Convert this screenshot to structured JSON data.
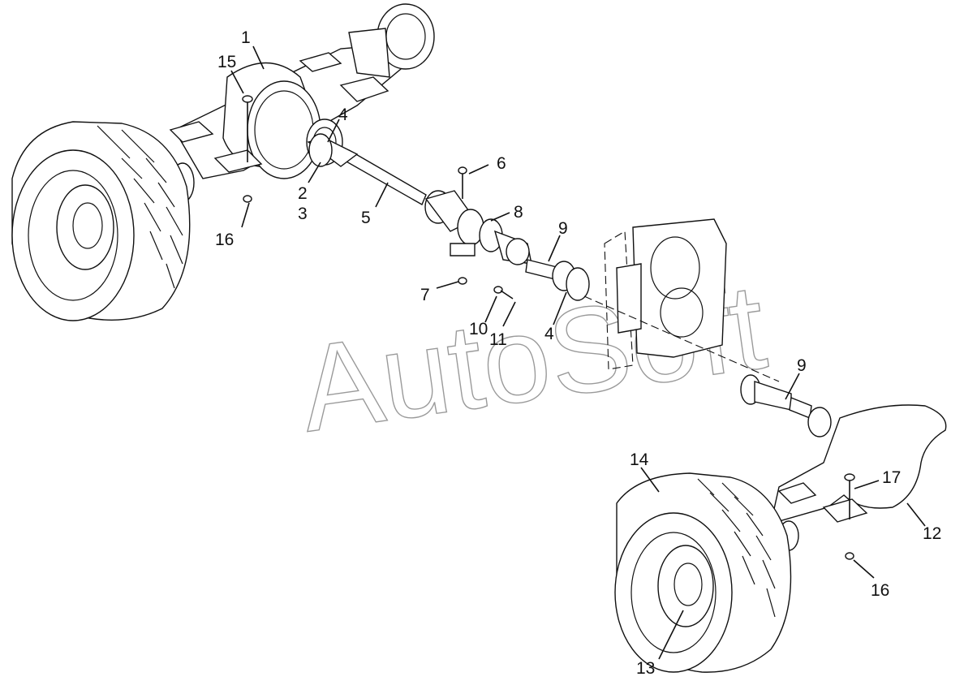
{
  "watermark": "AutoSoft",
  "callouts": [
    {
      "id": "c1",
      "text": "1"
    },
    {
      "id": "c15",
      "text": "15"
    },
    {
      "id": "c4a",
      "text": "4"
    },
    {
      "id": "c2",
      "text": "2"
    },
    {
      "id": "c3",
      "text": "3"
    },
    {
      "id": "c5",
      "text": "5"
    },
    {
      "id": "c6",
      "text": "6"
    },
    {
      "id": "c8",
      "text": "8"
    },
    {
      "id": "c9a",
      "text": "9"
    },
    {
      "id": "c16a",
      "text": "16"
    },
    {
      "id": "c7",
      "text": "7"
    },
    {
      "id": "c10",
      "text": "10"
    },
    {
      "id": "c11",
      "text": "11"
    },
    {
      "id": "c4b",
      "text": "4"
    },
    {
      "id": "c9b",
      "text": "9"
    },
    {
      "id": "c14",
      "text": "14"
    },
    {
      "id": "c17",
      "text": "17"
    },
    {
      "id": "c12",
      "text": "12"
    },
    {
      "id": "c16b",
      "text": "16"
    },
    {
      "id": "c13",
      "text": "13"
    }
  ]
}
